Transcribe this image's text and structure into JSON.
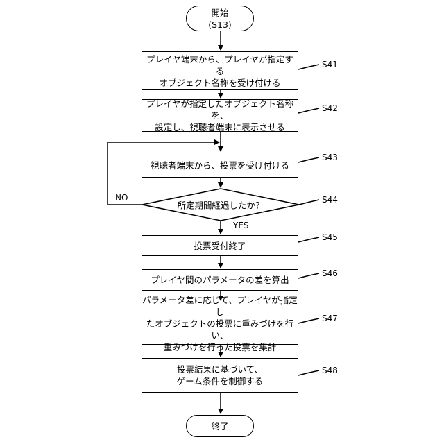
{
  "start": {
    "text": "開始\n(S13)"
  },
  "end": {
    "text": "終了"
  },
  "steps": [
    {
      "id": "S41",
      "text": "プレイヤ端末から、プレイヤが指定する\nオブジェクト名称を受け付ける"
    },
    {
      "id": "S42",
      "text": "プレイヤが指定したオブジェクト名称を、\n設定し、視聴者端末に表示させる"
    },
    {
      "id": "S43",
      "text": "視聴者端末から、投票を受け付ける"
    },
    {
      "id": "S44",
      "text": "所定期間経過したか？"
    },
    {
      "id": "S45",
      "text": "投票受付終了"
    },
    {
      "id": "S46",
      "text": "プレイヤ間のパラメータの差を算出"
    },
    {
      "id": "S47",
      "text": "パラメータ差に応じて、プレイヤが指定し\nたオブジェクトの投票に重みづけを行い、\n重みづけを行った投票を集計"
    },
    {
      "id": "S48",
      "text": "投票結果に基づいて、\nゲーム条件を制御する"
    }
  ],
  "branches": {
    "no": "NO",
    "yes": "YES"
  }
}
